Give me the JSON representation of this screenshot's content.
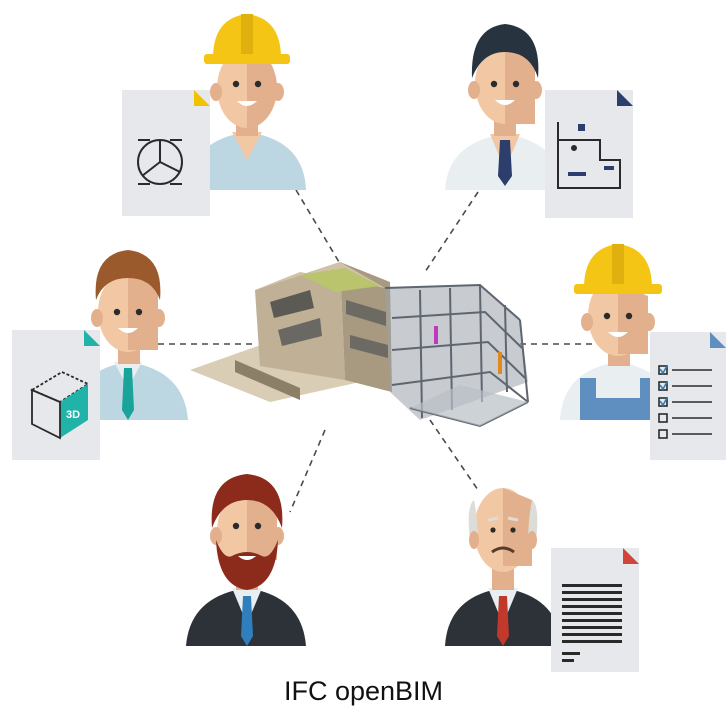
{
  "caption": "IFC openBIM",
  "doc_label_3d": "3D",
  "colors": {
    "helmet": "#f5c515",
    "skin": "#f2c7a3",
    "skin_shade": "#e3b08e",
    "hair_dark": "#27343f",
    "hair_brown": "#9a5a2c",
    "hair_red": "#8c2a1c",
    "hair_grey": "#dcdcd8",
    "suit": "#2d3239",
    "shirt_light": "#e9eef1",
    "shirt_blue": "#bcd6e2",
    "tie_blue": "#2f7fbf",
    "tie_red": "#c0392b",
    "tie_teal": "#1aa39a",
    "overall": "#5f8fc0",
    "document": "#e6e8eb",
    "doc_corner_yellow": "#f2c200",
    "doc_corner_navy": "#2c3e6b",
    "doc_corner_teal": "#22b3a8",
    "doc_corner_red": "#d0453a",
    "dashed_line": "#4a4a4a",
    "building_concrete": "#c7b9a1",
    "building_steel": "#7f8791",
    "roof_green": "#b9c46c"
  },
  "people": [
    {
      "role": "engineer-helmet-top-left",
      "icon": "pie-chart-document-icon"
    },
    {
      "role": "architect-top-right",
      "icon": "floor-plan-document-icon"
    },
    {
      "role": "designer-left",
      "icon": "3d-cube-document-icon"
    },
    {
      "role": "contractor-helmet-right",
      "icon": "checklist-document-icon"
    },
    {
      "role": "bearded-client-bottom-left",
      "icon": ""
    },
    {
      "role": "senior-owner-bottom-right",
      "icon": "text-document-icon"
    }
  ]
}
